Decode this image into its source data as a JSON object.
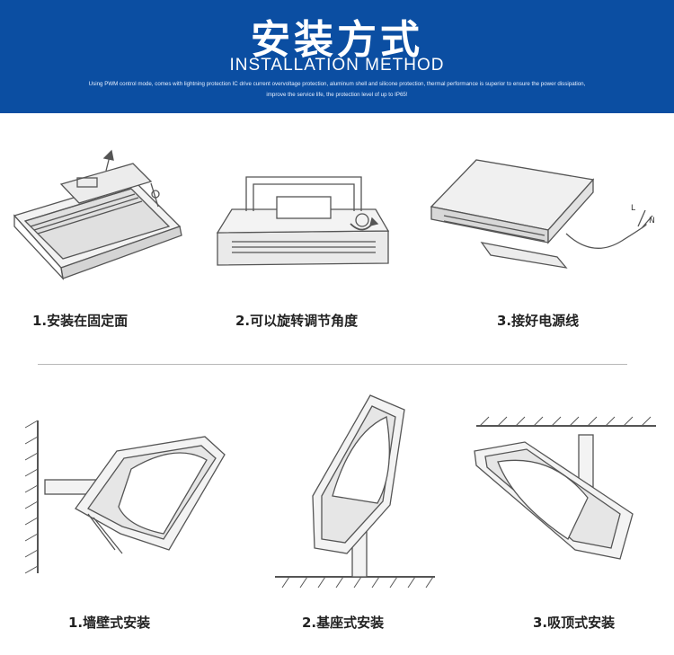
{
  "header": {
    "title": "安装方式",
    "subtitle": "INSTALLATION METHOD",
    "description": "Using PWM control mode, comes with lightning protection IC drive current overvoltage protection, aluminum shell and silicone  protection, thermal performance is superior to ensure the power dissipation, improve the service life, the protection level of up to IP65!"
  },
  "steps_top": [
    {
      "label": "1.安装在固定面"
    },
    {
      "label": "2.可以旋转调节角度"
    },
    {
      "label": "3.接好电源线"
    }
  ],
  "wire_labels": {
    "l": "L",
    "n": "N"
  },
  "steps_bottom": [
    {
      "label": "1.墙壁式安装"
    },
    {
      "label": "2.基座式安装"
    },
    {
      "label": "3.吸顶式安装"
    }
  ],
  "colors": {
    "banner": "#0b4ea2",
    "line": "#555555"
  }
}
